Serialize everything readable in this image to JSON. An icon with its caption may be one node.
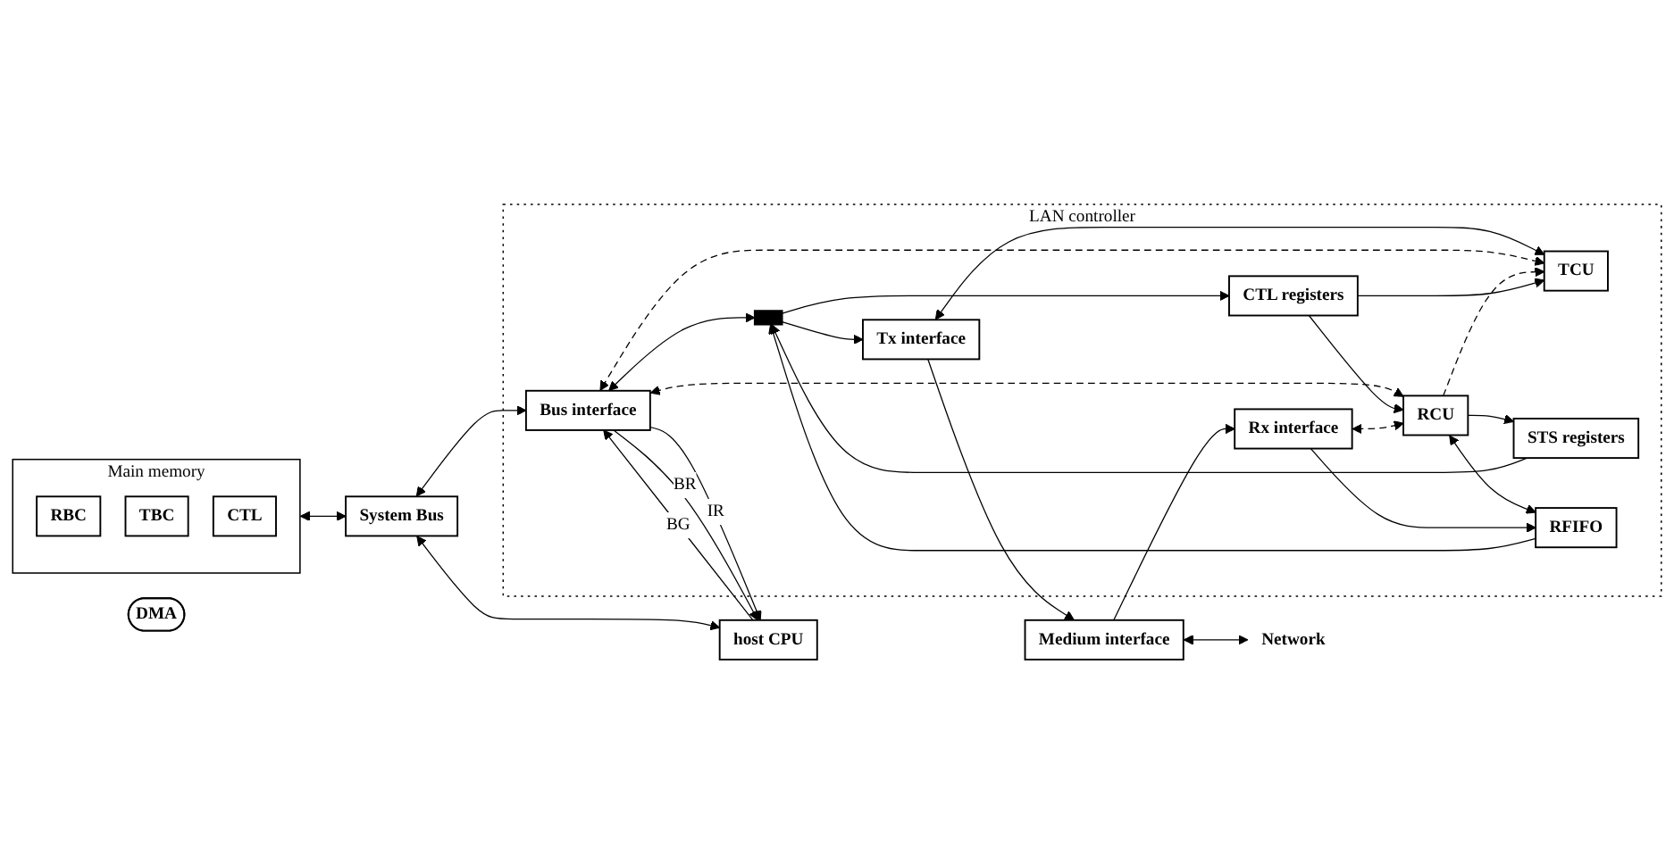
{
  "diagram": {
    "nodes": [
      {
        "text": [
          "Main memory"
        ]
      },
      {
        "text": [
          "RBC"
        ],
        "in": 0
      },
      {
        "text": [
          "TBC"
        ],
        "in": 0
      },
      {
        "text": [
          "CTL"
        ],
        "in": 0
      },
      {
        "text": [
          "System Bus"
        ]
      },
      {
        "text": [
          "LAN controller"
        ]
      },
      {
        "text": [
          "Bus interface"
        ],
        "in": 5
      },
      {
        "text": [],
        "shape": "bar",
        "in": 5
      },
      {
        "text": [
          "Tx interface"
        ],
        "in": 5
      },
      {
        "text": [
          "TCU"
        ],
        "in": 5
      },
      {
        "text": [
          "CTL registers"
        ],
        "in": 5
      },
      {
        "text": [
          "STS registers"
        ],
        "in": 5
      },
      {
        "text": [
          "RCU"
        ],
        "in": 5
      },
      {
        "text": [
          "RFIFO"
        ],
        "in": 5
      },
      {
        "text": [
          "Rx interface"
        ],
        "in": 5
      },
      {
        "text": [
          "DMA"
        ]
      },
      {
        "text": [
          "host CPU"
        ]
      },
      {
        "text": [
          "Medium interface"
        ]
      },
      {
        "text": [
          "Network"
        ]
      }
    ],
    "edges": [
      {
        "from": 0,
        "to": 4,
        "arrow": "both"
      },
      {
        "from": 4,
        "to": 6,
        "arrow": "both"
      },
      {
        "from": 4,
        "to": 16,
        "arrow": "both"
      },
      {
        "from": 6,
        "to": 16,
        "arrow": "to",
        "label": "IR"
      },
      {
        "from": 6,
        "to": 16,
        "arrow": "to",
        "label": "BR"
      },
      {
        "from": 16,
        "to": 6,
        "arrow": "to",
        "label": "BG"
      },
      {
        "from": 6,
        "to": 7,
        "arrow": "both"
      },
      {
        "from": 7,
        "to": 8,
        "arrow": "to"
      },
      {
        "from": 7,
        "to": 10,
        "arrow": "to"
      },
      {
        "from": 11,
        "to": 7,
        "arrow": "to"
      },
      {
        "from": 13,
        "to": 7,
        "arrow": "to"
      },
      {
        "from": 8,
        "to": 9,
        "arrow": "both"
      },
      {
        "from": 6,
        "to": 9,
        "arrow": "both",
        "style": "dashed"
      },
      {
        "from": 12,
        "to": 9,
        "arrow": "to",
        "style": "dashed"
      },
      {
        "from": 6,
        "to": 12,
        "arrow": "both",
        "style": "dashed"
      },
      {
        "from": 10,
        "to": 9,
        "arrow": "to"
      },
      {
        "from": 10,
        "to": 12,
        "arrow": "to"
      },
      {
        "from": 12,
        "to": 11,
        "arrow": "to"
      },
      {
        "from": 12,
        "to": 13,
        "arrow": "both"
      },
      {
        "from": 14,
        "to": 12,
        "arrow": "both",
        "style": "dashed"
      },
      {
        "from": 14,
        "to": 13,
        "arrow": "to"
      },
      {
        "from": 8,
        "to": 17,
        "arrow": "to"
      },
      {
        "from": 17,
        "to": 14,
        "arrow": "to"
      },
      {
        "from": 17,
        "to": 18,
        "arrow": "both"
      }
    ]
  }
}
